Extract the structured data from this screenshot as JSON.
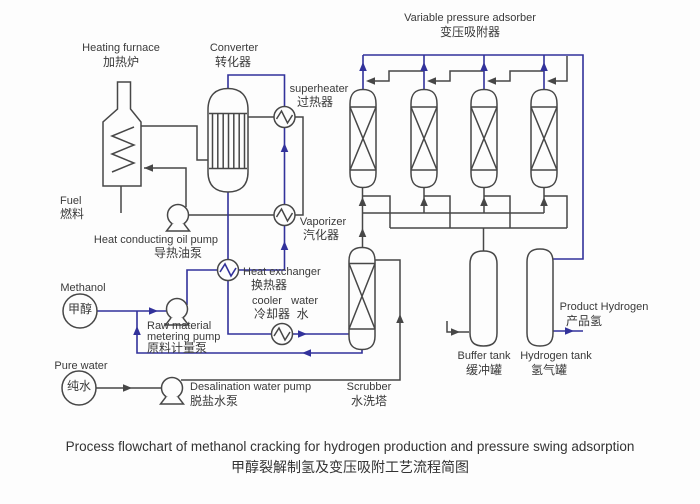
{
  "caption": {
    "en": "Process flowchart of methanol cracking for hydrogen production and pressure swing adsorption",
    "zh": "甲醇裂解制氢及变压吸附工艺流程简图"
  },
  "labels": {
    "variable_pressure_adsorber": {
      "en": "Variable pressure adsorber",
      "zh": "变压吸附器"
    },
    "heating_furnace": {
      "en": "Heating furnace",
      "zh": "加热炉"
    },
    "converter": {
      "en": "Converter",
      "zh": "转化器"
    },
    "superheater": {
      "en": "superheater",
      "zh": "过热器"
    },
    "vaporizer": {
      "en": "Vaporizer",
      "zh": "汽化器"
    },
    "heat_exchanger": {
      "en": "Heat exchanger",
      "zh": "换热器"
    },
    "cooler_water": {
      "en": "cooler   water",
      "zh": "冷却器  水"
    },
    "heat_conducting_oil_pump": {
      "en": "Heat conducting oil pump",
      "zh": "导热油泵"
    },
    "raw_material_metering_pump": {
      "en_line1": "Raw material",
      "en_line2": "metering pump",
      "zh": "原料计量泵"
    },
    "methanol": {
      "en": "Methanol",
      "zh": "甲醇"
    },
    "pure_water": {
      "en": "Pure water",
      "zh": "纯水"
    },
    "fuel": {
      "en": "Fuel",
      "zh": "燃料"
    },
    "desalination_water_pump": {
      "en": "Desalination water pump",
      "zh": "脱盐水泵"
    },
    "scrubber": {
      "en": "Scrubber",
      "zh": "水洗塔"
    },
    "buffer_tank": {
      "en": "Buffer tank",
      "zh": "缓冲罐"
    },
    "hydrogen_tank": {
      "en": "Hydrogen tank",
      "zh": "氢气罐"
    },
    "product_hydrogen": {
      "en": "Product Hydrogen",
      "zh": "产品氢"
    }
  },
  "colors": {
    "process_line": "#32329b",
    "utility_line": "#474747",
    "text": "#3a3a3a",
    "background": "#fdfdfd"
  }
}
